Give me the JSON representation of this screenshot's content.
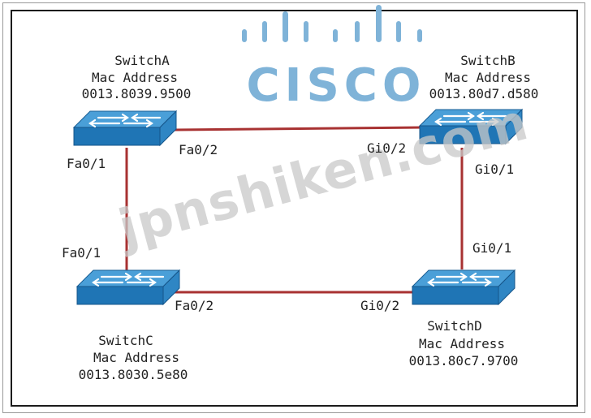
{
  "logo": {
    "text": "CISCO",
    "color": "#7fb3d8"
  },
  "watermark": {
    "text": "jpnshiken.com"
  },
  "colors": {
    "link": "#a83232",
    "switch_top": "#4a9fd8",
    "switch_front": "#1f75b5"
  },
  "switches": [
    {
      "name": "SwitchA",
      "mac_label": "Mac Address",
      "mac": "0013.8039.9500",
      "icon": "switch-icon"
    },
    {
      "name": "SwitchB",
      "mac_label": "Mac Address",
      "mac": "0013.80d7.d580",
      "icon": "switch-icon"
    },
    {
      "name": "SwitchC",
      "mac_label": "Mac Address",
      "mac": "0013.8030.5e80",
      "icon": "switch-icon"
    },
    {
      "name": "SwitchD",
      "mac_label": "Mac Address",
      "mac": "0013.80c7.9700",
      "icon": "switch-icon"
    }
  ],
  "ports": {
    "a_fa01": "Fa0/1",
    "a_fa02": "Fa0/2",
    "b_gi02": "Gi0/2",
    "b_gi01": "Gi0/1",
    "c_fa01": "Fa0/1",
    "c_fa02": "Fa0/2",
    "d_gi01": "Gi0/1",
    "d_gi02": "Gi0/2"
  },
  "links": [
    {
      "from": "SwitchA",
      "from_port": "Fa0/2",
      "to": "SwitchB",
      "to_port": "Gi0/2"
    },
    {
      "from": "SwitchA",
      "from_port": "Fa0/1",
      "to": "SwitchC",
      "to_port": "Fa0/1"
    },
    {
      "from": "SwitchB",
      "from_port": "Gi0/1",
      "to": "SwitchD",
      "to_port": "Gi0/1"
    },
    {
      "from": "SwitchC",
      "from_port": "Fa0/2",
      "to": "SwitchD",
      "to_port": "Gi0/2"
    }
  ]
}
